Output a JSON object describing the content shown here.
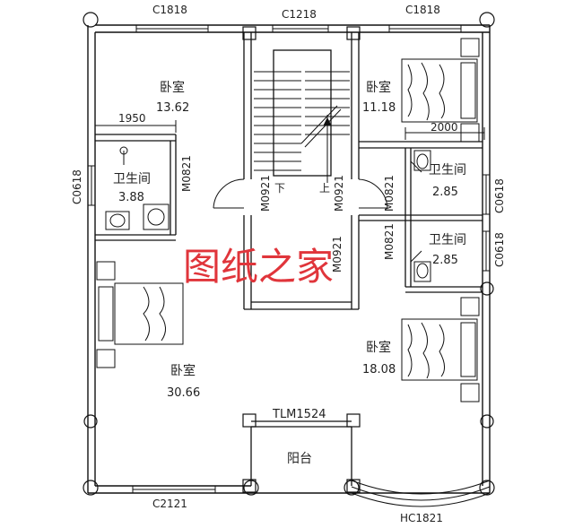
{
  "windows": {
    "top_left": "C1818",
    "top_center": "C1218",
    "top_right": "C1818",
    "left_side": "C0618",
    "right_upper": "C0618",
    "right_lower": "C0618",
    "bottom_left": "C2121",
    "bottom_bay": "HC1821"
  },
  "doors": {
    "stair_left": "M0921",
    "stair_right": "M0921",
    "bath_left": "M0821",
    "bath_right_upper": "M0821",
    "bath_right_lower": "M0821",
    "bedroom_right_lower": "M0921",
    "balcony": "TLM1524"
  },
  "rooms": {
    "bedroom_top_left": {
      "name": "卧室",
      "area": "13.62"
    },
    "bedroom_top_right": {
      "name": "卧室",
      "area": "11.18"
    },
    "bath_left": {
      "name": "卫生间",
      "area": "3.88"
    },
    "bath_right_upper": {
      "name": "卫生间",
      "area": "2.85"
    },
    "bath_right_lower": {
      "name": "卫生间",
      "area": "2.85"
    },
    "bedroom_left": {
      "name": "卧室",
      "area": "30.66"
    },
    "bedroom_right_lower": {
      "name": "卧室",
      "area": "18.08"
    },
    "balcony": {
      "name": "阳台"
    }
  },
  "dimensions": {
    "left": "1950",
    "right": "2000"
  },
  "stairs": {
    "down_label": "下",
    "up_label": "上"
  },
  "watermark": "图纸之家",
  "colors": {
    "wall": "#111111",
    "text": "#222222",
    "watermark": "#e0353b"
  }
}
